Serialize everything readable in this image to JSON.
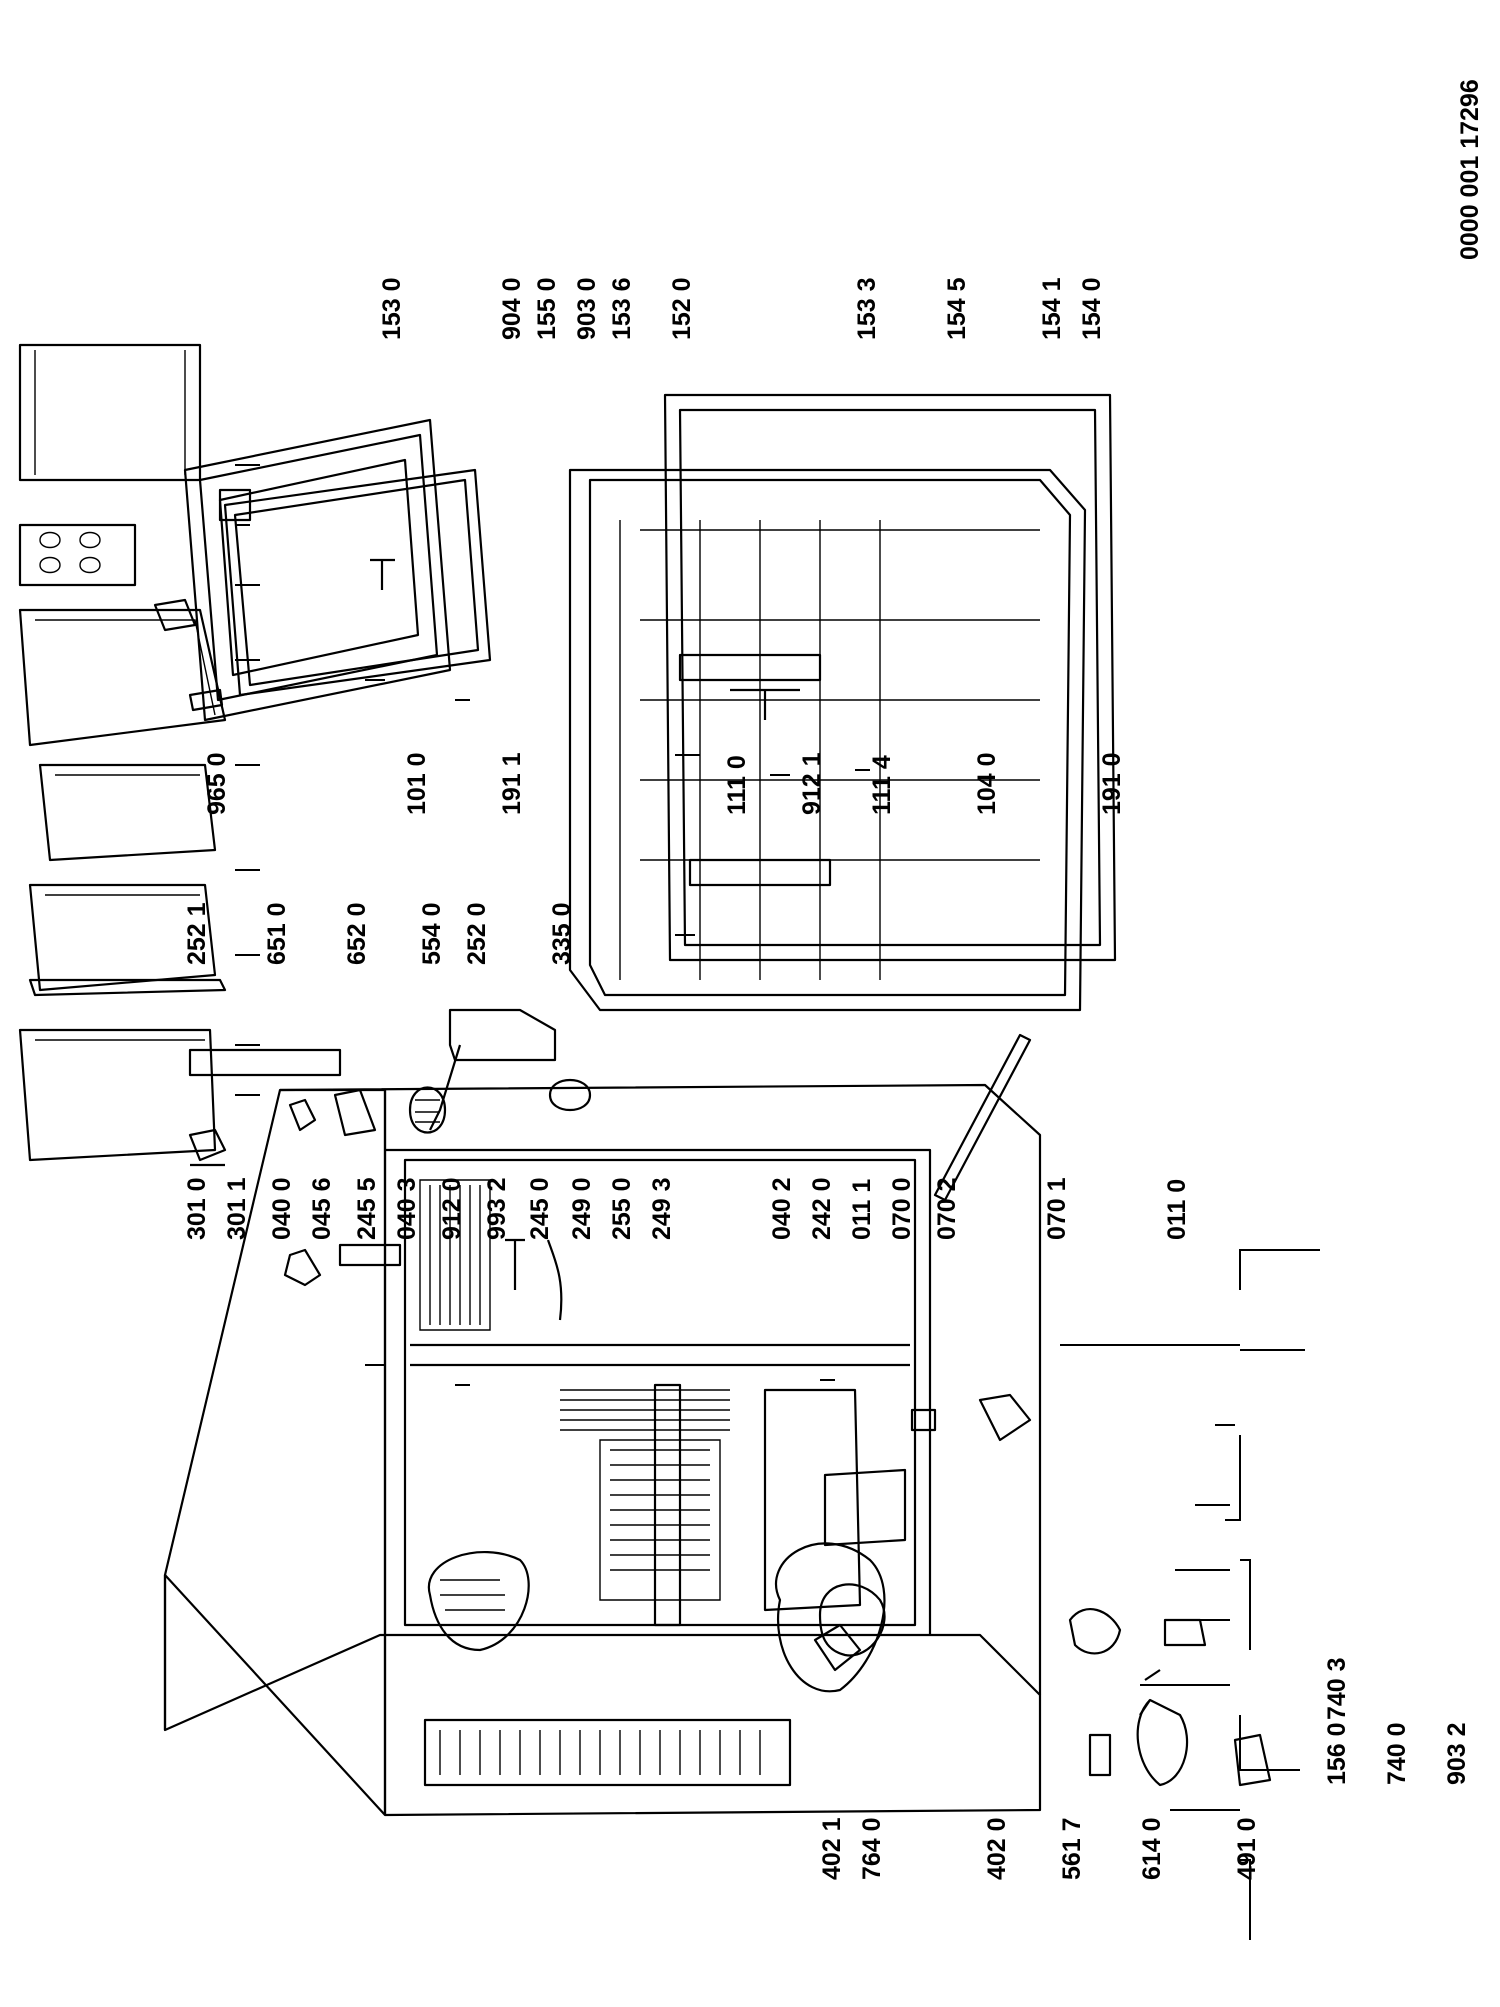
{
  "drawing_code": "0000 001 17296",
  "groups": {
    "bottom": [
      {
        "code": "740 3",
        "kind": "part"
      },
      {
        "code": "156 0",
        "kind": "part"
      },
      {
        "code": "740 0",
        "kind": "part"
      },
      {
        "code": "903 2",
        "kind": "part"
      },
      {
        "code": "402 1",
        "kind": "part"
      },
      {
        "code": "764 0",
        "kind": "part"
      },
      {
        "code": "402 0",
        "kind": "part"
      },
      {
        "code": "561 7",
        "kind": "part"
      },
      {
        "code": "614 0",
        "kind": "part"
      },
      {
        "code": "491 0",
        "kind": "part"
      }
    ],
    "cabinet": [
      {
        "code": "301 0",
        "kind": "part"
      },
      {
        "code": "301 1",
        "kind": "part"
      },
      {
        "code": "040 0",
        "kind": "part"
      },
      {
        "code": "045 6",
        "kind": "part"
      },
      {
        "code": "245 5",
        "kind": "part"
      },
      {
        "code": "040 3",
        "kind": "part"
      },
      {
        "code": "912 0",
        "kind": "part"
      },
      {
        "code": "993 2",
        "kind": "part"
      },
      {
        "code": "245 0",
        "kind": "part"
      },
      {
        "code": "249 0",
        "kind": "part"
      },
      {
        "code": "255 0",
        "kind": "part"
      },
      {
        "code": "249 3",
        "kind": "part"
      },
      {
        "code": "040 2",
        "kind": "part"
      },
      {
        "code": "242 0",
        "kind": "part"
      },
      {
        "code": "011 1",
        "kind": "part"
      },
      {
        "code": "070 0",
        "kind": "part"
      },
      {
        "code": "070 2",
        "kind": "part"
      },
      {
        "code": "070 1",
        "kind": "part"
      },
      {
        "code": "011 0",
        "kind": "part"
      }
    ],
    "control": [
      {
        "code": "252 1",
        "kind": "part"
      },
      {
        "code": "651 0",
        "kind": "part"
      },
      {
        "code": "652 0",
        "kind": "part"
      },
      {
        "code": "554 0",
        "kind": "part"
      },
      {
        "code": "252 0",
        "kind": "part"
      },
      {
        "code": "335 0",
        "kind": "part"
      }
    ],
    "door": [
      {
        "code": "965 0",
        "kind": "part"
      },
      {
        "code": "101 0",
        "kind": "part"
      },
      {
        "code": "191 1",
        "kind": "part"
      },
      {
        "code": "111 0",
        "kind": "part"
      },
      {
        "code": "912 1",
        "kind": "part"
      },
      {
        "code": "111 4",
        "kind": "part"
      },
      {
        "code": "104 0",
        "kind": "part"
      },
      {
        "code": "191 0",
        "kind": "part"
      }
    ],
    "shelves": [
      {
        "code": "153 0",
        "kind": "part"
      },
      {
        "code": "904 0",
        "kind": "part"
      },
      {
        "code": "155 0",
        "kind": "part"
      },
      {
        "code": "903 0",
        "kind": "part"
      },
      {
        "code": "153 6",
        "kind": "part"
      },
      {
        "code": "152 0",
        "kind": "part"
      },
      {
        "code": "153 3",
        "kind": "part"
      },
      {
        "code": "154 5",
        "kind": "part"
      },
      {
        "code": "154 1",
        "kind": "part"
      },
      {
        "code": "154 0",
        "kind": "part"
      }
    ]
  }
}
